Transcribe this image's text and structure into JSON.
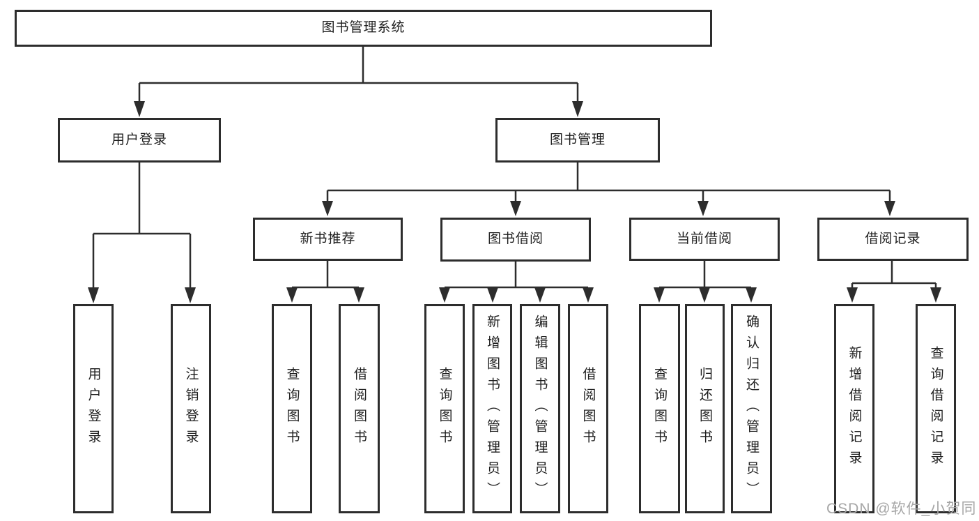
{
  "diagram": {
    "root": {
      "label": "图书管理系统"
    },
    "branches": [
      {
        "label": "用户登录",
        "children": [
          {
            "label": "用户登录"
          },
          {
            "label": "注销登录"
          }
        ]
      },
      {
        "label": "图书管理",
        "children": [
          {
            "label": "新书推荐",
            "children": [
              {
                "label": "查询图书"
              },
              {
                "label": "借阅图书"
              }
            ]
          },
          {
            "label": "图书借阅",
            "children": [
              {
                "label": "查询图书"
              },
              {
                "label": "新增图书（管理员）"
              },
              {
                "label": "编辑图书（管理员）"
              },
              {
                "label": "借阅图书"
              }
            ]
          },
          {
            "label": "当前借阅",
            "children": [
              {
                "label": "查询图书"
              },
              {
                "label": "归还图书"
              },
              {
                "label": "确认归还（管理员）"
              }
            ]
          },
          {
            "label": "借阅记录",
            "children": [
              {
                "label": "新增借阅记录"
              },
              {
                "label": "查询借阅记录"
              }
            ]
          }
        ]
      }
    ]
  },
  "watermark": {
    "text": "CSDN @软件_小贺同学"
  },
  "colors": {
    "line": "#2d2d2d",
    "background": "#ffffff",
    "watermark": "#a6a6a6"
  }
}
